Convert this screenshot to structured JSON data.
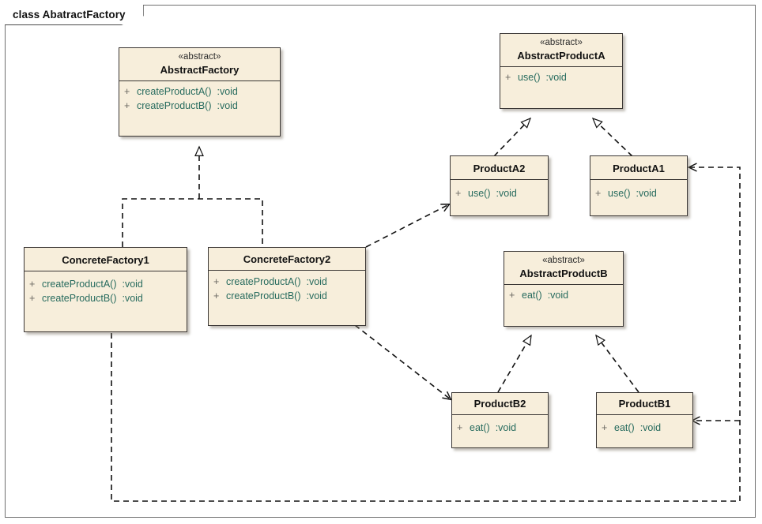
{
  "frame": {
    "label": "class AbatractFactory"
  },
  "colors": {
    "box_fill": "#f7eedb",
    "box_border": "#3a3634",
    "method_text": "#276b5e",
    "visibility_text": "#6c6a63",
    "frame_border": "#6f6f6f",
    "connector": "#111111",
    "page_background": "#ffffff"
  },
  "classes": [
    {
      "id": "abstract-factory",
      "stereotype": "«abstract»",
      "name": "AbstractFactory",
      "operations": [
        {
          "visibility": "+",
          "signature": "createProductA()",
          "type": ":void"
        },
        {
          "visibility": "+",
          "signature": "createProductB()",
          "type": ":void"
        }
      ]
    },
    {
      "id": "abstract-product-a",
      "stereotype": "«abstract»",
      "name": "AbstractProductA",
      "operations": [
        {
          "visibility": "+",
          "signature": "use()",
          "type": ":void"
        }
      ]
    },
    {
      "id": "product-a2",
      "stereotype": "",
      "name": "ProductA2",
      "operations": [
        {
          "visibility": "+",
          "signature": "use()",
          "type": ":void"
        }
      ]
    },
    {
      "id": "product-a1",
      "stereotype": "",
      "name": "ProductA1",
      "operations": [
        {
          "visibility": "+",
          "signature": "use()",
          "type": ":void"
        }
      ]
    },
    {
      "id": "concrete-factory-1",
      "stereotype": "",
      "name": "ConcreteFactory1",
      "operations": [
        {
          "visibility": "+",
          "signature": "createProductA()",
          "type": ":void"
        },
        {
          "visibility": "+",
          "signature": "createProductB()",
          "type": ":void"
        }
      ]
    },
    {
      "id": "concrete-factory-2",
      "stereotype": "",
      "name": "ConcreteFactory2",
      "operations": [
        {
          "visibility": "+",
          "signature": "createProductA()",
          "type": ":void"
        },
        {
          "visibility": "+",
          "signature": "createProductB()",
          "type": ":void"
        }
      ]
    },
    {
      "id": "abstract-product-b",
      "stereotype": "«abstract»",
      "name": "AbstractProductB",
      "operations": [
        {
          "visibility": "+",
          "signature": "eat()",
          "type": ":void"
        }
      ]
    },
    {
      "id": "product-b2",
      "stereotype": "",
      "name": "ProductB2",
      "operations": [
        {
          "visibility": "+",
          "signature": "eat()",
          "type": ":void"
        }
      ]
    },
    {
      "id": "product-b1",
      "stereotype": "",
      "name": "ProductB1",
      "operations": [
        {
          "visibility": "+",
          "signature": "eat()",
          "type": ":void"
        }
      ]
    }
  ],
  "relationships": [
    {
      "kind": "realization",
      "from": "ConcreteFactory1",
      "to": "AbstractFactory"
    },
    {
      "kind": "realization",
      "from": "ConcreteFactory2",
      "to": "AbstractFactory"
    },
    {
      "kind": "realization",
      "from": "ProductA2",
      "to": "AbstractProductA"
    },
    {
      "kind": "realization",
      "from": "ProductA1",
      "to": "AbstractProductA"
    },
    {
      "kind": "realization",
      "from": "ProductB2",
      "to": "AbstractProductB"
    },
    {
      "kind": "realization",
      "from": "ProductB1",
      "to": "AbstractProductB"
    },
    {
      "kind": "dependency",
      "from": "ConcreteFactory2",
      "to": "ProductA2"
    },
    {
      "kind": "dependency",
      "from": "ConcreteFactory2",
      "to": "ProductB2"
    },
    {
      "kind": "dependency",
      "from": "ConcreteFactory1",
      "to": "ProductA1"
    },
    {
      "kind": "dependency",
      "from": "ConcreteFactory1",
      "to": "ProductB1"
    }
  ]
}
